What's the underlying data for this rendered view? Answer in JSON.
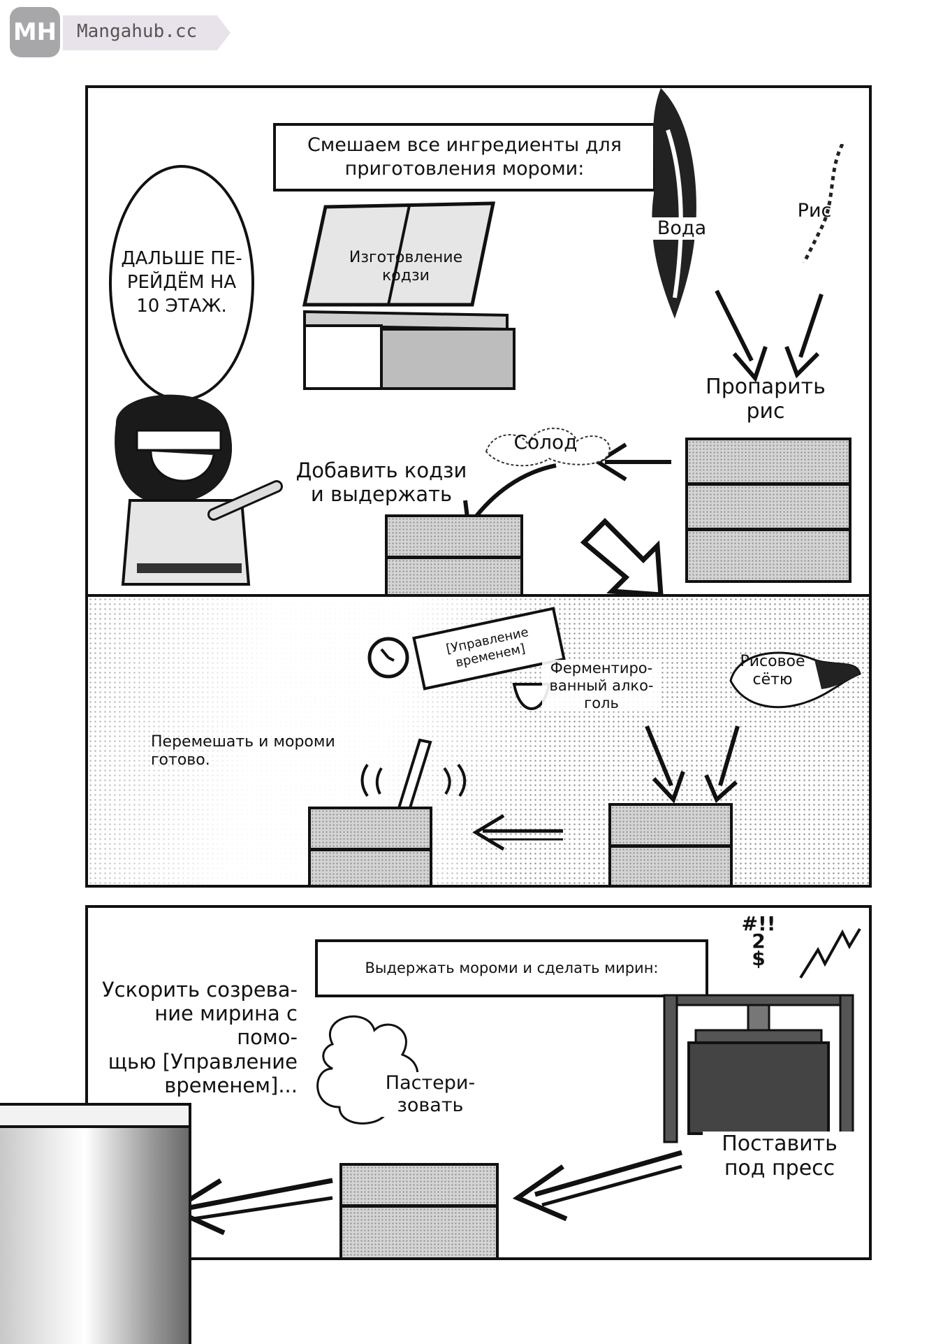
{
  "watermark": {
    "badge": "MH",
    "site": "Mangahub.cc"
  },
  "panel1": {
    "caption": "Смешаем все ингредиенты для приготовления мороми:",
    "bubble": "ДАЛЬШЕ ПЕ-\nРЕЙДЁМ НА\n10 ЭТАЖ.",
    "koji_label": "Изготовление\nкодзи",
    "water_label": "Вода",
    "rice_label": "Рис",
    "steam_label": "Пропарить\nрис",
    "malt_label": "Солод",
    "add_koji_label": "Добавить кодзи\nи выдержать"
  },
  "panel2": {
    "time_label": "[Управление\nвременем]",
    "alcohol_label": "Ферментиро-\nванный алко-\nголь",
    "rice_water_label": "Рисовое\nсётю",
    "mix_label": "Перемешать и мороми\nготово."
  },
  "panel3": {
    "caption": "Выдержать мороми и сделать мирин:",
    "accelerate_label": "Ускорить созрева-\nние мирина с помо-\nщью [Управление\nвременем]...",
    "pasteurize_label": "Пастери-\nзовать",
    "press_label": "Поставить\nпод пресс",
    "sfx": "#!!\n2\n$"
  }
}
